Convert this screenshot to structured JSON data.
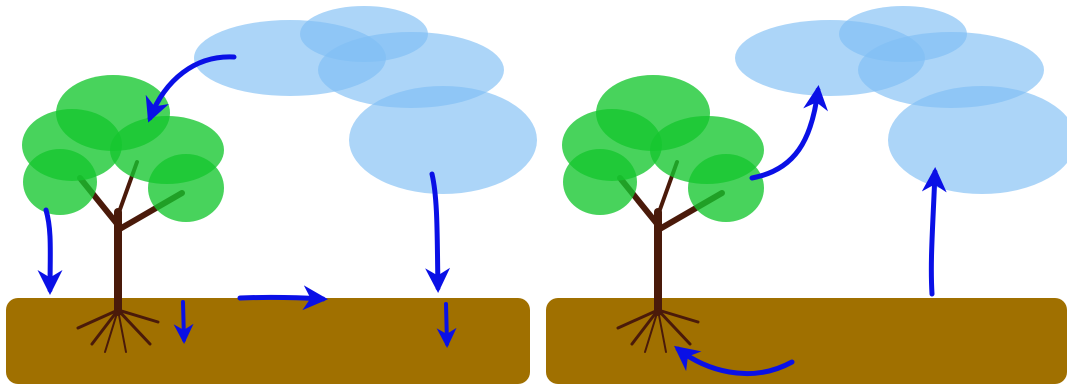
{
  "colors": {
    "cloud": "#7fbff5",
    "foliage": "#15c62e",
    "soil": "#a07000",
    "trunk": "#4a1a0a",
    "arrow": "#0a10e6",
    "background": "#ffffff"
  },
  "panels": [
    {
      "name": "left-panel",
      "description_icons": [
        "cloud-icon",
        "tree-icon",
        "soil-icon"
      ],
      "flows": [
        "cloud-to-canopy",
        "cloud-to-ground",
        "canopy-drip-to-ground",
        "surface-runoff",
        "infiltration"
      ]
    },
    {
      "name": "right-panel",
      "description_icons": [
        "cloud-icon",
        "tree-icon",
        "soil-icon"
      ],
      "flows": [
        "transpiration",
        "evaporation",
        "root-uptake"
      ]
    }
  ]
}
